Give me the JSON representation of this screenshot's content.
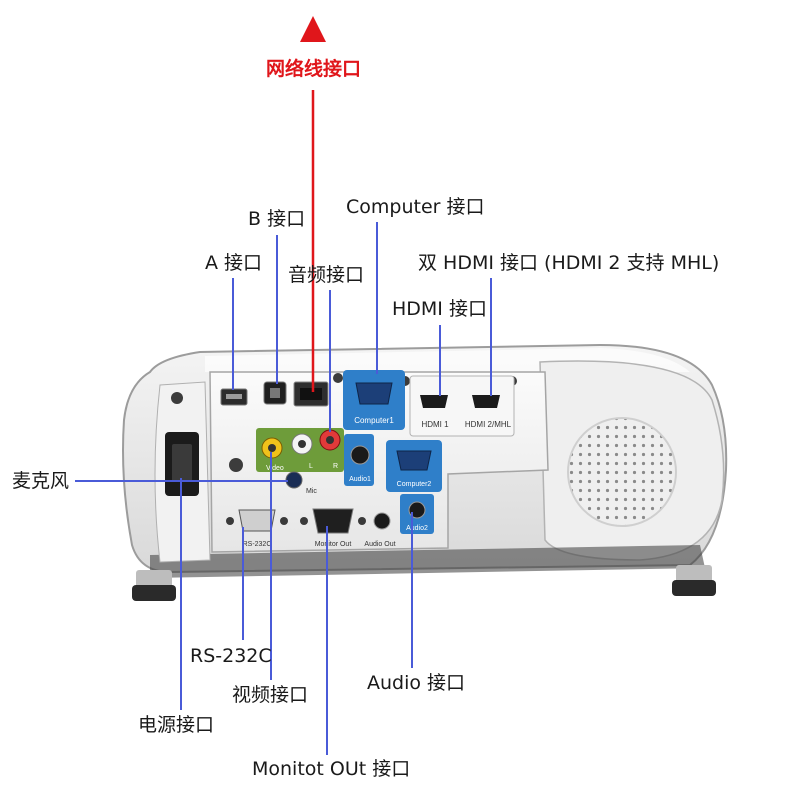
{
  "labels": {
    "network": "网络线接口",
    "computer": "Computer 接口",
    "b_port": "B 接口",
    "a_port": "A 接口",
    "audio_in": "音频接口",
    "dual_hdmi": "双 HDMI 接口 (HDMI 2 支持 MHL)",
    "hdmi": "HDMI 接口",
    "mic": "麦克风",
    "rs232c": "RS-232C",
    "video": "视频接口",
    "audio_port": "Audio 接口",
    "power": "电源接口",
    "monitor_out": "Monitot OUt 接口"
  },
  "panel_text": {
    "computer1": "Computer1",
    "computer2": "Computer2",
    "hdmi1": "HDMI 1",
    "hdmi2": "HDMI 2/MHL",
    "video": "Video",
    "l": "L",
    "r": "R",
    "audio1": "Audio1",
    "audio2": "Audio2",
    "mic": "Mic",
    "rs232c": "RS-232C",
    "monitor_out": "Monitor Out",
    "audio_out": "Audio Out"
  },
  "colors": {
    "network_line": "#e0161b",
    "leader_line": "#4a5bd8",
    "port_blue": "#2f7fc9"
  }
}
